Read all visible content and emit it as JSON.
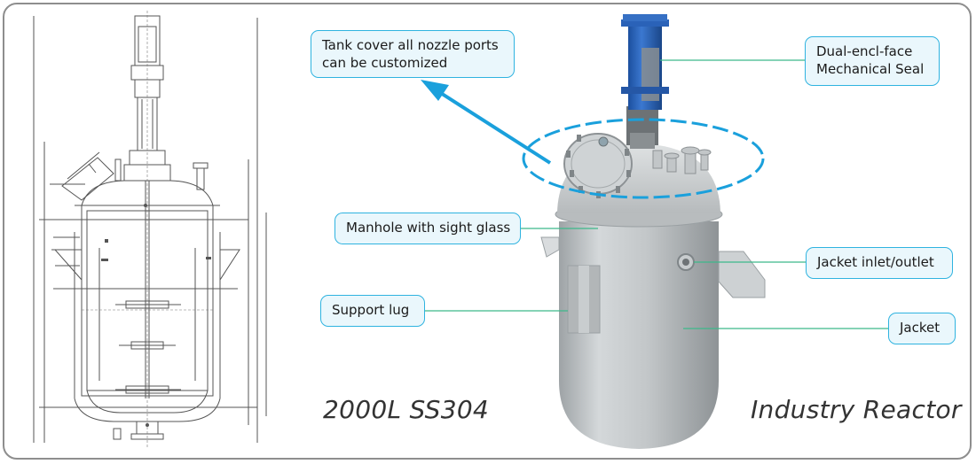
{
  "callouts": {
    "tank_cover": "Tank cover all nozzle ports\ncan be customized",
    "mechanical_seal": "Dual-encl-face\nMechanical Seal",
    "manhole": "Manhole with sight glass",
    "jacket_inlet": "Jacket inlet/outlet",
    "support_lug": "Support lug",
    "jacket": "Jacket"
  },
  "captions": {
    "capacity": "2000L SS304",
    "product": "Industry Reactor"
  },
  "colors": {
    "callout_border": "#2fb3e0",
    "callout_fill": "#eaf7fc",
    "leader_line": "#3cb98a",
    "highlight": "#1aa0dc",
    "motor_blue": "#2a62b8",
    "vessel_gray": "#c9cdcf"
  }
}
